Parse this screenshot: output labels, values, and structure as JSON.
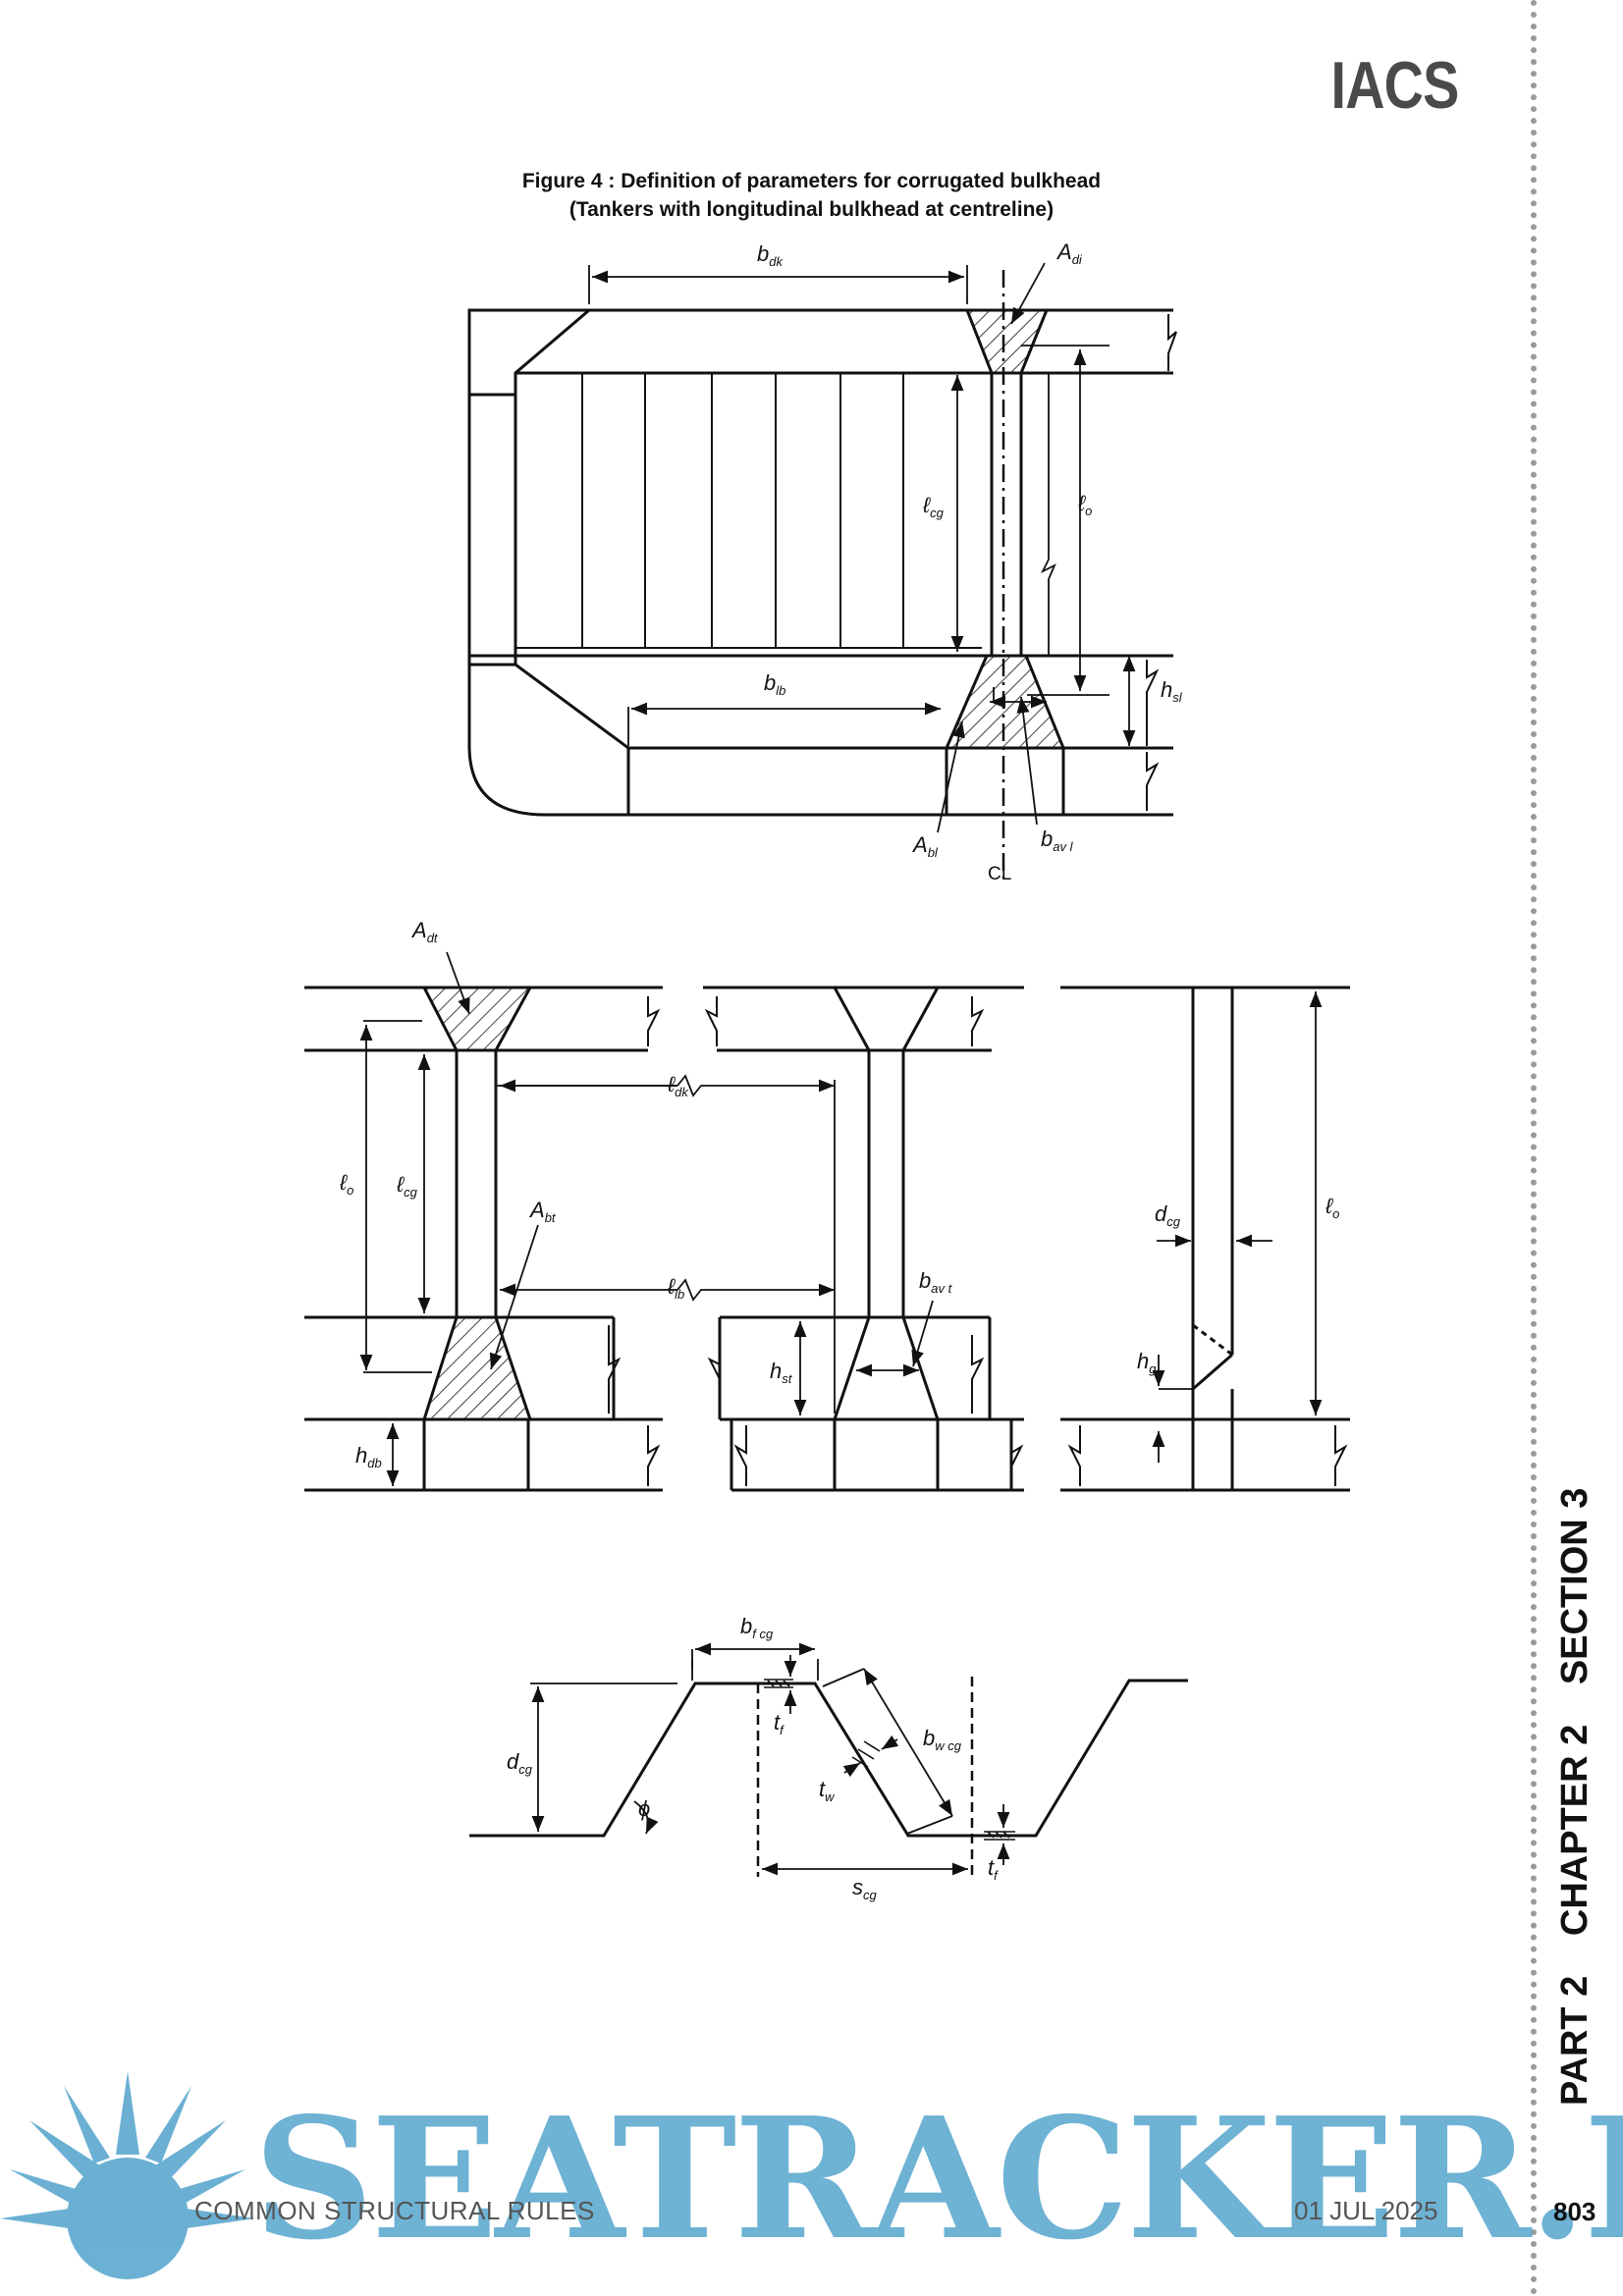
{
  "header": {
    "logo": "IACS"
  },
  "figure": {
    "title_line1": "Figure 4 : Definition of parameters for corrugated bulkhead",
    "title_line2": "(Tankers with longitudinal bulkhead at centreline)",
    "labels": {
      "b_dk": {
        "main": "b",
        "sub": "dk"
      },
      "A_di": {
        "main": "A",
        "sub": "di"
      },
      "l_cg_top": {
        "main": "ℓ",
        "sub": "cg"
      },
      "l_o_top": {
        "main": "ℓ",
        "sub": "o"
      },
      "h_sl": {
        "main": "h",
        "sub": "sl"
      },
      "b_lb": {
        "main": "b",
        "sub": "lb"
      },
      "A_bl": {
        "main": "A",
        "sub": "bl"
      },
      "b_av_l": {
        "main": "b",
        "sub": "av  l"
      },
      "centreline": "CL",
      "A_dt": {
        "main": "A",
        "sub": "dt"
      },
      "l_dk": {
        "main": "ℓ",
        "sub": "dk"
      },
      "l_o_mid": {
        "main": "ℓ",
        "sub": "o"
      },
      "l_cg_mid": {
        "main": "ℓ",
        "sub": "cg"
      },
      "A_bt": {
        "main": "A",
        "sub": "bt"
      },
      "l_lb": {
        "main": "ℓ",
        "sub": "lb"
      },
      "b_av_t": {
        "main": "b",
        "sub": "av  t"
      },
      "h_st": {
        "main": "h",
        "sub": "st"
      },
      "h_db": {
        "main": "h",
        "sub": "db"
      },
      "d_cg_side": {
        "main": "d",
        "sub": "cg"
      },
      "l_o_side": {
        "main": "ℓ",
        "sub": "o"
      },
      "h_g": {
        "main": "h",
        "sub": "g"
      },
      "b_f_cg": {
        "main": "b",
        "sub": "f  cg"
      },
      "t_f_top": {
        "main": "t",
        "sub": "f"
      },
      "d_cg": {
        "main": "d",
        "sub": "cg"
      },
      "phi": "ϕ",
      "b_w_cg": {
        "main": "b",
        "sub": "w  cg"
      },
      "t_w": {
        "main": "t",
        "sub": "w"
      },
      "t_f_bot": {
        "main": "t",
        "sub": "f"
      },
      "s_cg": {
        "main": "s",
        "sub": "cg"
      }
    }
  },
  "side_tab": {
    "part": "PART 2",
    "chapter": "CHAPTER 2",
    "section": "SECTION 3"
  },
  "footer": {
    "left": "COMMON STRUCTURAL RULES",
    "date": "01 JUL 2025",
    "page_number": "803"
  },
  "watermark": {
    "text": "SEATRACKER.RU"
  },
  "colors": {
    "watermark": "#5ba8cf",
    "ink": "#111111",
    "dotted_rule": "#9a9a9a"
  }
}
